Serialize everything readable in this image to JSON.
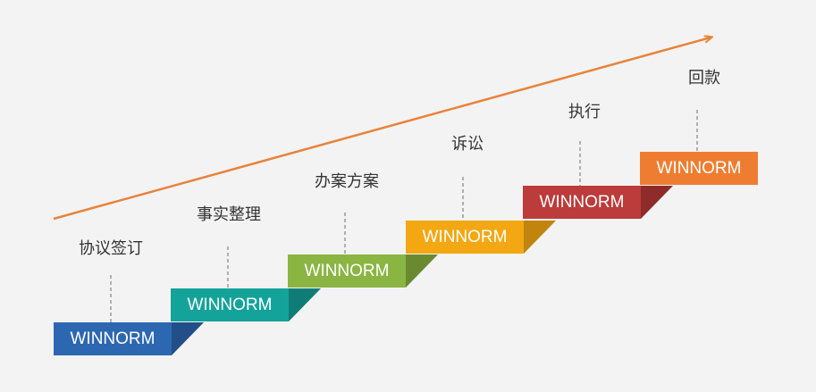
{
  "diagram": {
    "stages": [
      {
        "label": "协议签订",
        "box_text": "WINNORM",
        "color": "#2e67b1",
        "shade": "#234f89"
      },
      {
        "label": "事实整理",
        "box_text": "WINNORM",
        "color": "#14a39a",
        "shade": "#0f7d76"
      },
      {
        "label": "办案方案",
        "box_text": "WINNORM",
        "color": "#8bb542",
        "shade": "#6a8a31"
      },
      {
        "label": "诉讼",
        "box_text": "WINNORM",
        "color": "#f3a713",
        "shade": "#c1850e"
      },
      {
        "label": "执行",
        "box_text": "WINNORM",
        "color": "#bc3b3b",
        "shade": "#8e2b2b"
      },
      {
        "label": "回款",
        "box_text": "WINNORM",
        "color": "#ef7d31",
        "shade": "#c05f1f"
      }
    ],
    "arrow_color": "#e8833a",
    "connector_color": "#999999"
  }
}
